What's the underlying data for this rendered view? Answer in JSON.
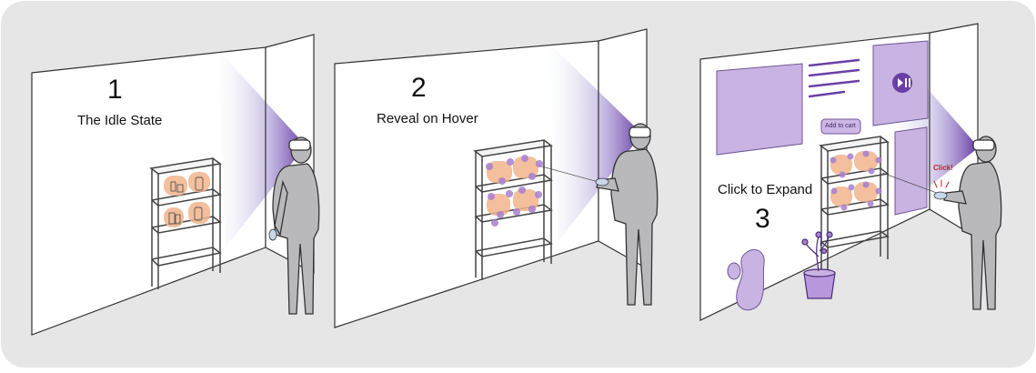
{
  "colors": {
    "background": "#e6e6e6",
    "card": "#ffffff",
    "wall": "#ffffff",
    "beam": "#6a3fa6",
    "person": "#b9b9bb",
    "product_highlight": "#f1b48c",
    "hotspot": "#a77fd1",
    "panel": "#c9b3e2",
    "panel_border": "#8a6bb8",
    "click_text": "#d0202a"
  },
  "panels": [
    {
      "number": "1",
      "caption": "The Idle State"
    },
    {
      "number": "2",
      "caption": "Reveal on Hover"
    },
    {
      "number": "3",
      "caption": "Click to Expand"
    }
  ],
  "expanded_content": {
    "button_label": "Add to cart",
    "click_label": "Click!",
    "media_icon": "play-pause-icon"
  }
}
